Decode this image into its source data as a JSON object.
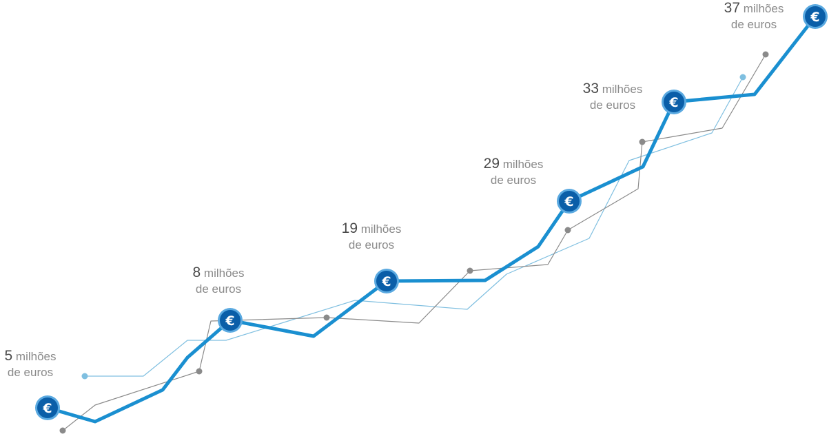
{
  "chart_data": {
    "type": "line",
    "title": "",
    "xlabel": "",
    "ylabel": "",
    "grid": false,
    "legend": "none",
    "colors": {
      "main": "#1a8fd0",
      "secondary_light": "#7fbfe0",
      "secondary_gray": "#8a8a8a",
      "coin_fill": "#0a5ea8",
      "coin_ring": "#5aa9e0"
    },
    "milestones": [
      {
        "value": "5",
        "unit": "milhões",
        "suffix": "de euros"
      },
      {
        "value": "8",
        "unit": "milhões",
        "suffix": "de euros"
      },
      {
        "value": "19",
        "unit": "milhões",
        "suffix": "de euros"
      },
      {
        "value": "29",
        "unit": "milhões",
        "suffix": "de euros"
      },
      {
        "value": "33",
        "unit": "milhões",
        "suffix": "de euros"
      },
      {
        "value": "37",
        "unit": "milhões",
        "suffix": "de euros"
      }
    ],
    "coin_icon": "euro-icon"
  }
}
